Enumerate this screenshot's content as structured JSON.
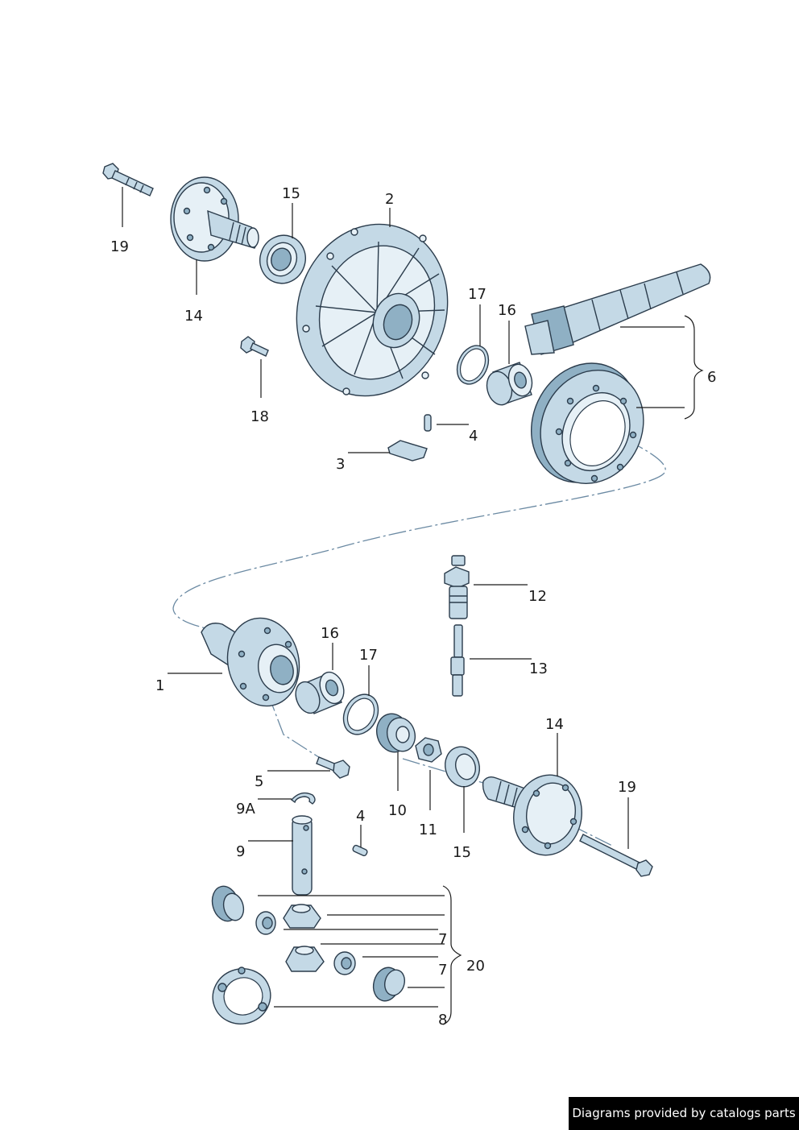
{
  "labels": {
    "l1": "1",
    "l2": "2",
    "l3": "3",
    "l4a": "4",
    "l4b": "4",
    "l5": "5",
    "l6": "6",
    "l7a": "7",
    "l7b": "7",
    "l8": "8",
    "l9": "9",
    "l9a": "9A",
    "l10": "10",
    "l11": "11",
    "l12": "12",
    "l13": "13",
    "l14a": "14",
    "l14b": "14",
    "l15a": "15",
    "l15b": "15",
    "l16a": "16",
    "l16b": "16",
    "l17a": "17",
    "l17b": "17",
    "l18": "18",
    "l19a": "19",
    "l19b": "19",
    "l20": "20"
  },
  "footer": "Diagrams provided by catalogs parts",
  "colors": {
    "part": "#c4d9e6",
    "outline": "#2b3c4c",
    "dash": "#6b8aa3"
  }
}
